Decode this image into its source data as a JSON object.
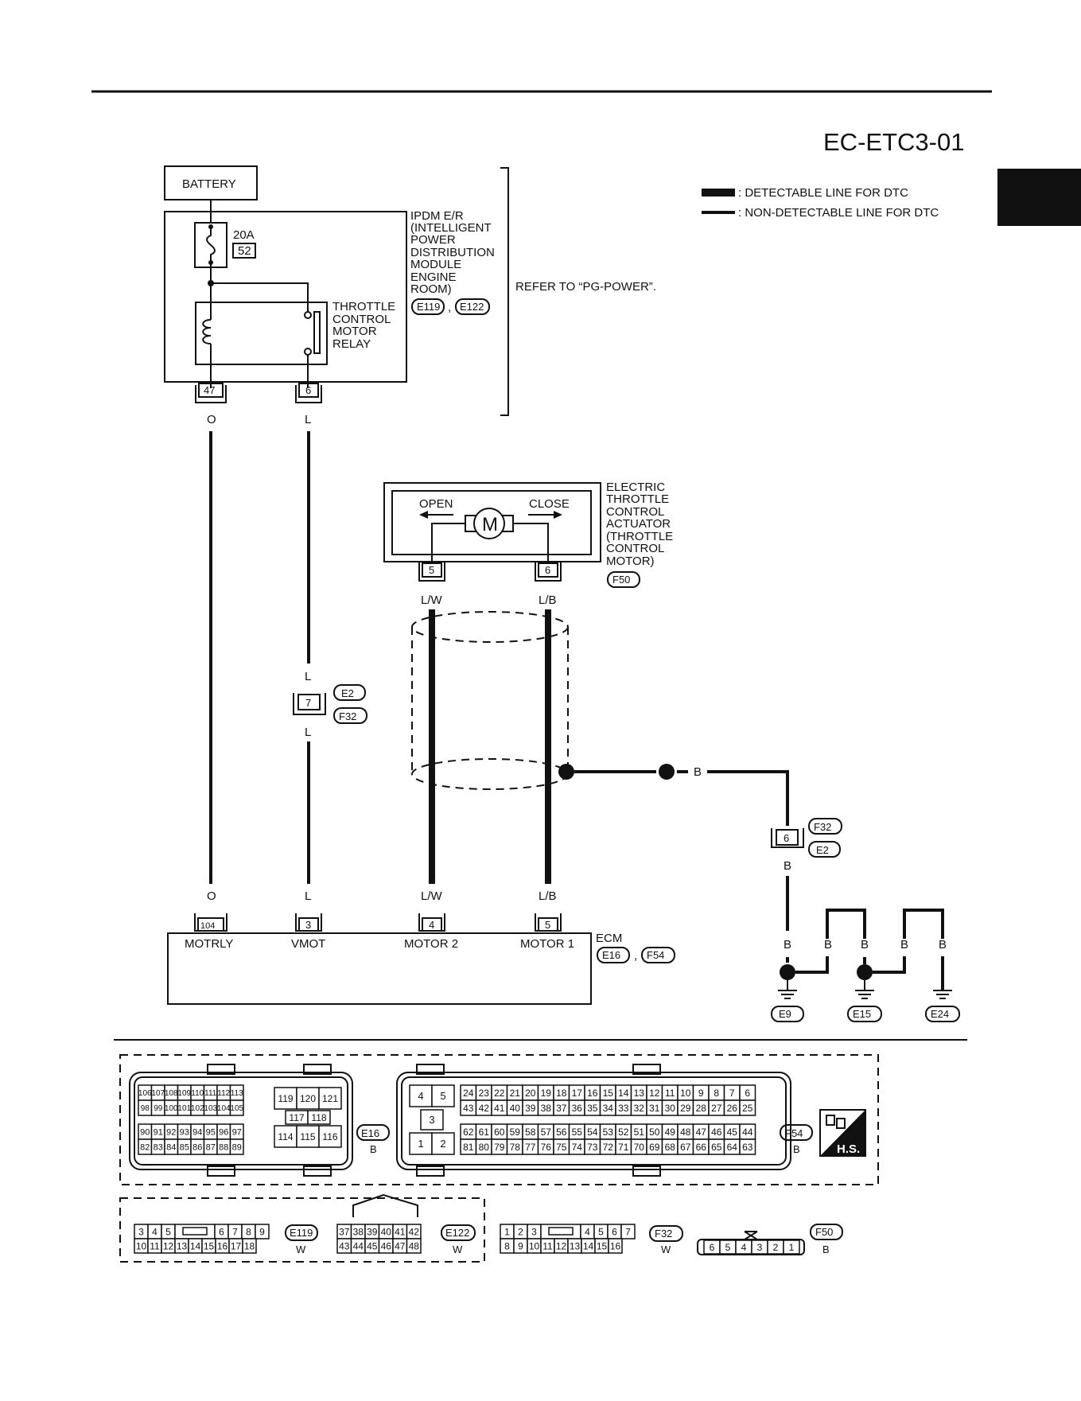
{
  "header": {
    "title": "EC-ETC3-01"
  },
  "legend": {
    "detectable": ": DETECTABLE LINE FOR DTC",
    "non_detectable": ": NON-DETECTABLE LINE FOR DTC"
  },
  "battery": {
    "label": "BATTERY"
  },
  "fuse": {
    "amp": "20A",
    "number": "52"
  },
  "ipdm": {
    "lines": [
      "IPDM E/R",
      "(INTELLIGENT",
      "POWER",
      "DISTRIBUTION",
      "MODULE",
      "ENGINE",
      "ROOM)"
    ],
    "connectors": [
      "E119",
      "E122"
    ],
    "sep": ","
  },
  "relay": {
    "lines": [
      "THROTTLE",
      "CONTROL",
      "MOTOR",
      "RELAY"
    ]
  },
  "refer": "REFER TO “PG-POWER”.",
  "actuator": {
    "lines": [
      "ELECTRIC",
      "THROTTLE",
      "CONTROL",
      "ACTUATOR",
      "(THROTTLE",
      "CONTROL",
      "MOTOR)"
    ],
    "open": "OPEN",
    "close": "CLOSE",
    "motor": "M",
    "connector": "F50"
  },
  "pins": {
    "ipdm_47": "47",
    "ipdm_6": "6",
    "act_5": "5",
    "act_6": "6",
    "jc_7": "7",
    "jc_6": "6",
    "ecm_104": "104",
    "ecm_3": "3",
    "ecm_4": "4",
    "ecm_5": "5"
  },
  "wire_colors": {
    "o": "O",
    "l": "L",
    "lw": "L/W",
    "lb": "L/B",
    "b": "B"
  },
  "joint_connectors": {
    "e2": "E2",
    "f32": "F32"
  },
  "ecm": {
    "label": "ECM",
    "terminals": [
      "MOTRLY",
      "VMOT",
      "MOTOR 2",
      "MOTOR 1"
    ],
    "connectors": [
      "E16",
      "F54"
    ],
    "sep": ","
  },
  "grounds": [
    "E9",
    "E15",
    "E24"
  ],
  "connector_views": {
    "e16": {
      "id": "E16",
      "color": "B",
      "rows_left": [
        [
          "106",
          "107",
          "108",
          "109",
          "110",
          "111",
          "112",
          "113"
        ],
        [
          "98",
          "99",
          "100",
          "101",
          "102",
          "103",
          "104",
          "105"
        ],
        [
          "90",
          "91",
          "92",
          "93",
          "94",
          "95",
          "96",
          "97"
        ],
        [
          "82",
          "83",
          "84",
          "85",
          "86",
          "87",
          "88",
          "89"
        ]
      ],
      "rows_right": [
        [
          "119",
          "120",
          "121"
        ],
        [
          "117",
          "118"
        ],
        [
          "114",
          "115",
          "116"
        ]
      ]
    },
    "f54": {
      "id": "F54",
      "color": "B",
      "small": [
        [
          "4",
          "5"
        ],
        [
          "3"
        ],
        [
          "1",
          "2"
        ]
      ],
      "rows": [
        [
          "24",
          "23",
          "22",
          "21",
          "20",
          "19",
          "18",
          "17",
          "16",
          "15",
          "14",
          "13",
          "12",
          "11",
          "10",
          "9",
          "8",
          "7",
          "6"
        ],
        [
          "43",
          "42",
          "41",
          "40",
          "39",
          "38",
          "37",
          "36",
          "35",
          "34",
          "33",
          "32",
          "31",
          "30",
          "29",
          "28",
          "27",
          "26",
          "25"
        ],
        [
          "62",
          "61",
          "60",
          "59",
          "58",
          "57",
          "56",
          "55",
          "54",
          "53",
          "52",
          "51",
          "50",
          "49",
          "48",
          "47",
          "46",
          "45",
          "44"
        ],
        [
          "81",
          "80",
          "79",
          "78",
          "77",
          "76",
          "75",
          "74",
          "73",
          "72",
          "71",
          "70",
          "69",
          "68",
          "67",
          "66",
          "65",
          "64",
          "63"
        ]
      ]
    },
    "hs": "H.S.",
    "e119": {
      "id": "E119",
      "color": "W",
      "row1_left": [
        "3",
        "4",
        "5"
      ],
      "row1_right": [
        "6",
        "7",
        "8",
        "9"
      ],
      "row2": [
        "10",
        "11",
        "12",
        "13",
        "14",
        "15",
        "16",
        "17",
        "18"
      ]
    },
    "e122": {
      "id": "E122",
      "color": "W",
      "row1": [
        "37",
        "38",
        "39",
        "40",
        "41",
        "42"
      ],
      "row2": [
        "43",
        "44",
        "45",
        "46",
        "47",
        "48"
      ]
    },
    "f32": {
      "id": "F32",
      "color": "W",
      "row1_left": [
        "1",
        "2",
        "3"
      ],
      "row1_right": [
        "4",
        "5",
        "6",
        "7"
      ],
      "row2": [
        "8",
        "9",
        "10",
        "11",
        "12",
        "13",
        "14",
        "15",
        "16"
      ]
    },
    "f50": {
      "id": "F50",
      "color": "B",
      "row": [
        "6",
        "5",
        "4",
        "3",
        "2",
        "1"
      ]
    }
  }
}
